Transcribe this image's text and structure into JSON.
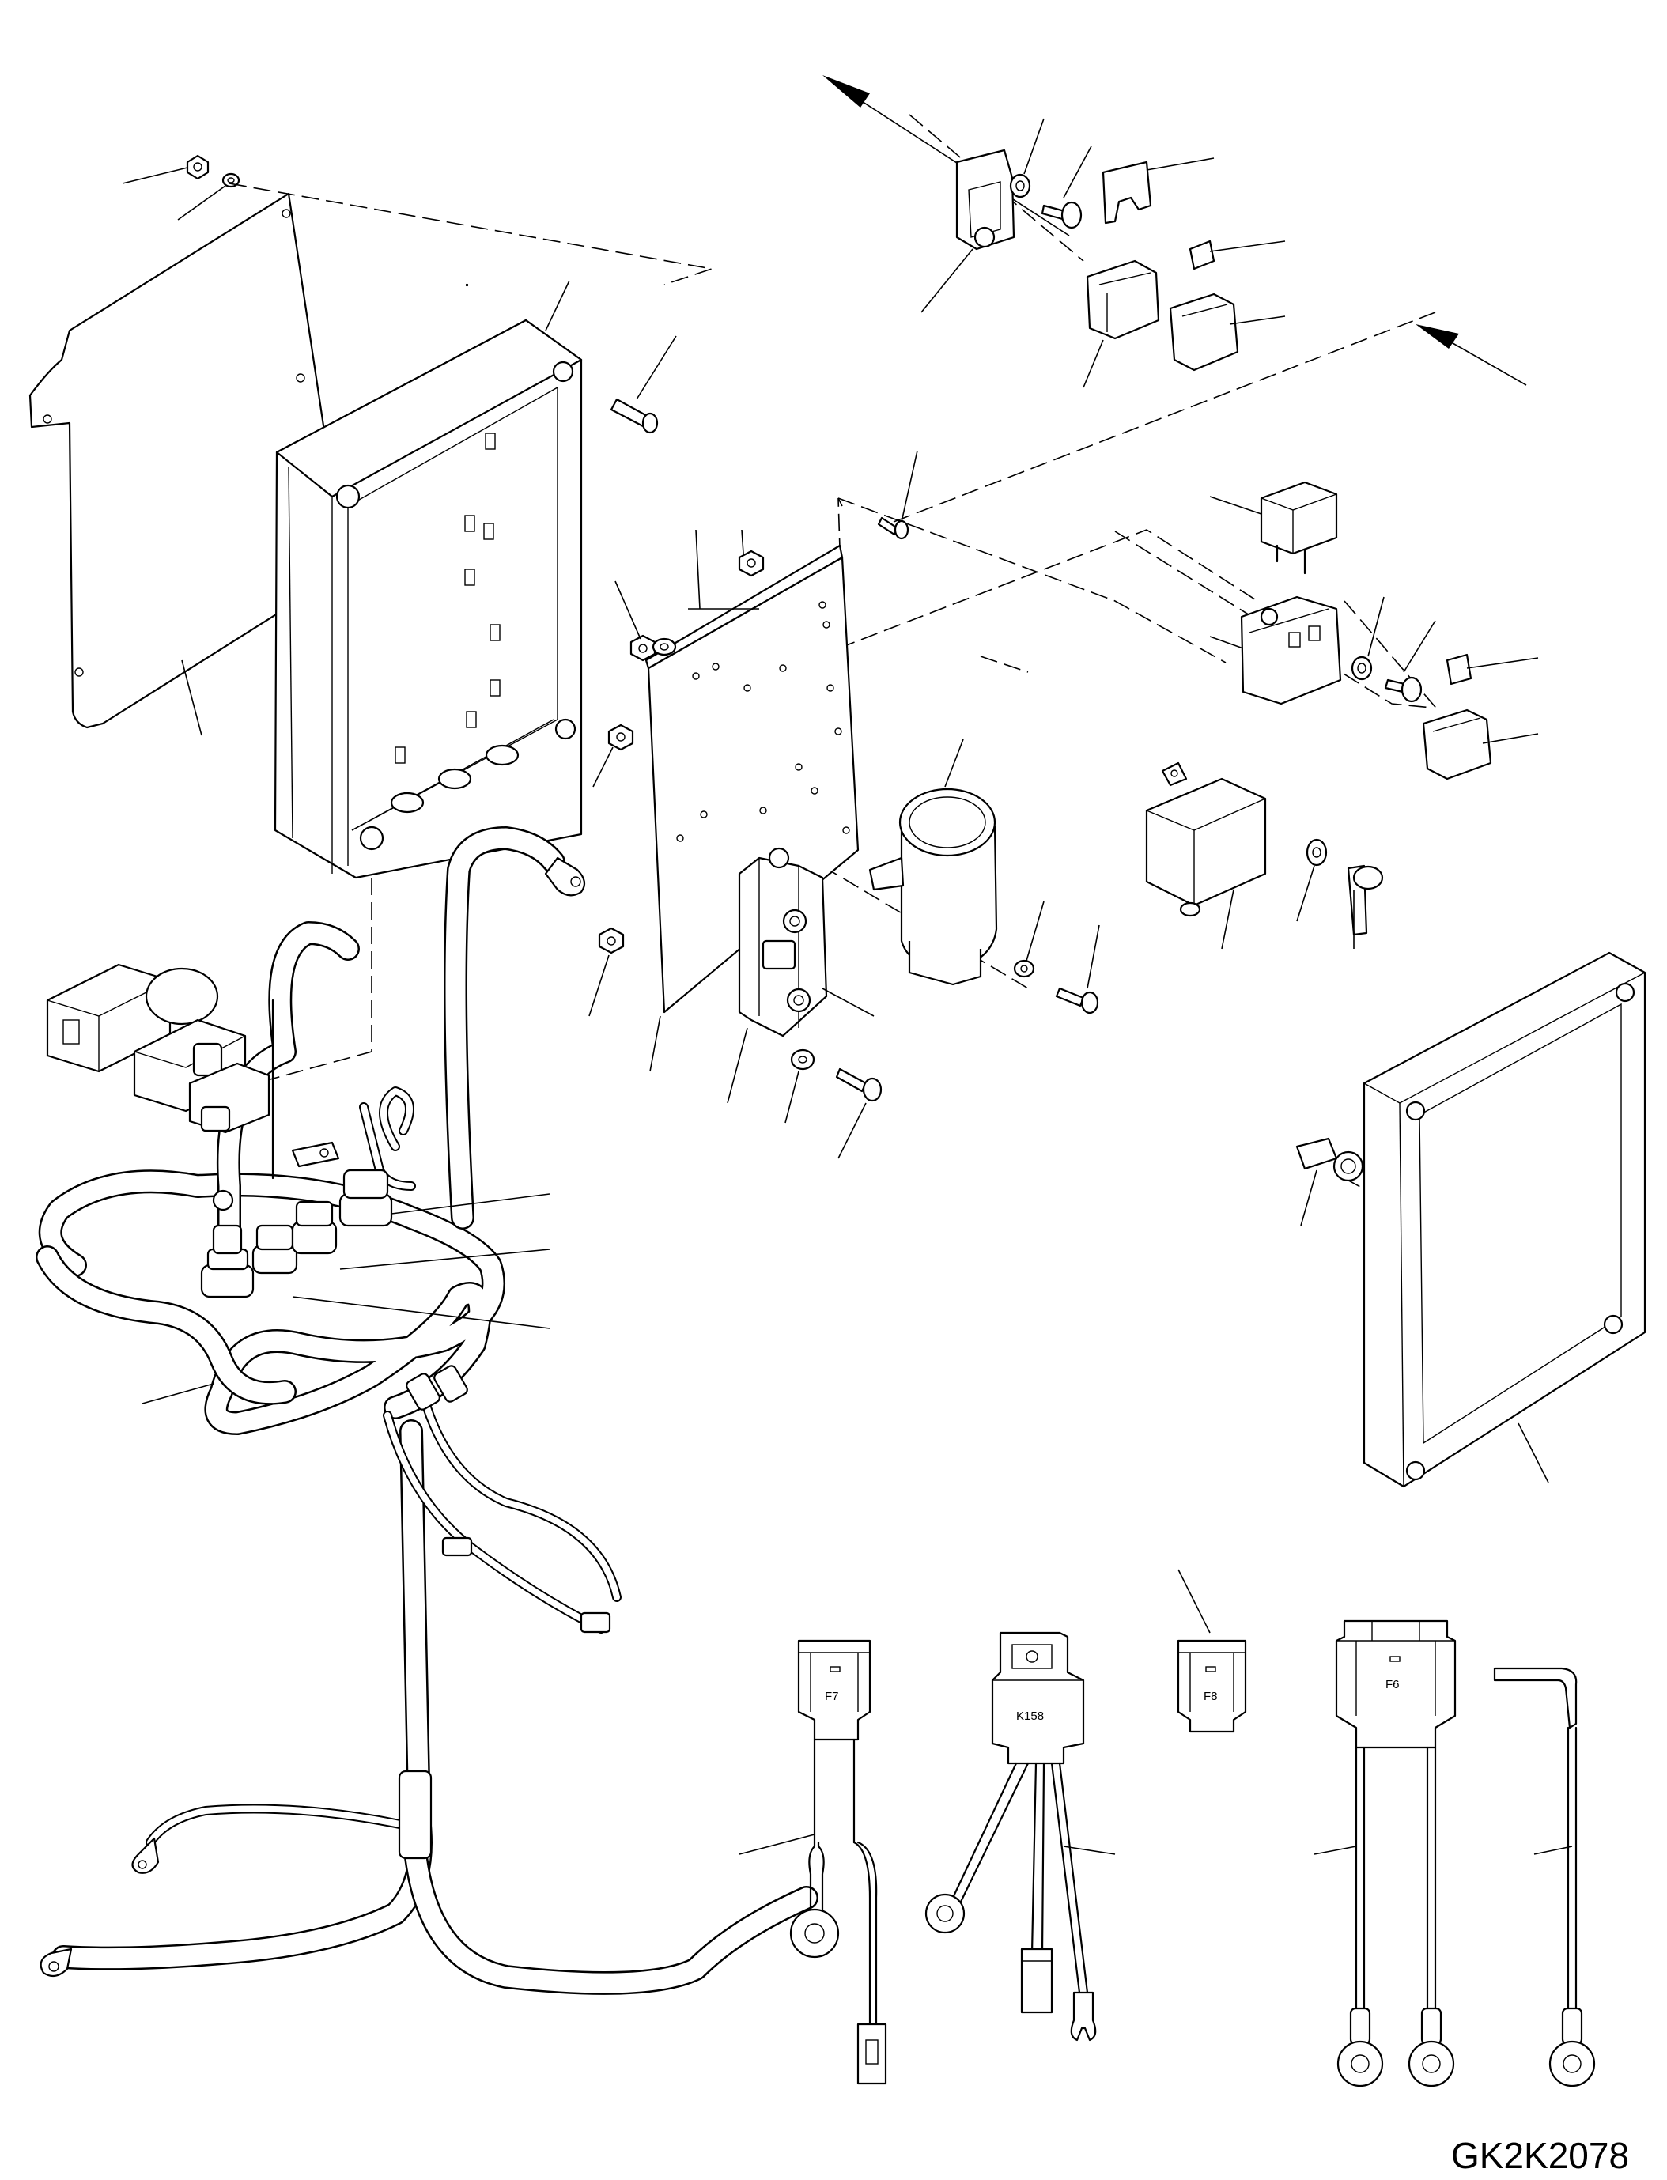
{
  "drawing": {
    "code": "GK2K2078"
  },
  "labels": {
    "fuse_f7": "F7",
    "relay_k158": "K158",
    "fuse_f8": "F8",
    "fuse_f6": "F6"
  },
  "icons": [
    "arrow-icon",
    "bolt-icon",
    "nut-icon",
    "washer-icon",
    "relay-icon",
    "fuse-icon",
    "ring-terminal-icon"
  ],
  "colors": {
    "line": "#000000",
    "background": "#ffffff"
  }
}
